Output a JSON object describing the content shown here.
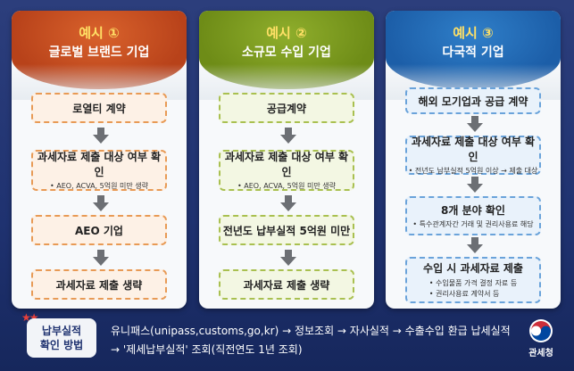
{
  "panels": [
    {
      "label": "예시 ①",
      "title": "글로벌 브랜드 기업",
      "steps": [
        {
          "title": "로열티 계약"
        },
        {
          "title": "과세자료 제출 대상 여부 확인",
          "sub": "• AEO, ACVA, 5억원 미만 생략"
        },
        {
          "title": "AEO 기업"
        },
        {
          "title": "과세자료 제출 생략"
        }
      ]
    },
    {
      "label": "예시 ②",
      "title": "소규모 수입 기업",
      "steps": [
        {
          "title": "공급계약"
        },
        {
          "title": "과세자료 제출 대상 여부 확인",
          "sub": "• AEO, ACVA, 5억원 미만 생략"
        },
        {
          "title": "전년도 납부실적 5억원 미만"
        },
        {
          "title": "과세자료 제출 생략"
        }
      ]
    },
    {
      "label": "예시 ③",
      "title": "다국적 기업",
      "steps": [
        {
          "title": "해외 모기업과 공급 계약"
        },
        {
          "title": "과세자료 제출 대상 여부 확인",
          "sub": "• 전년도 납부실적 5억원 이상 → 제출 대상"
        },
        {
          "title": "8개 분야 확인",
          "sub": "• 특수관계자간 거래 및 권리사용료 해당"
        },
        {
          "title": "수입 시 과세자료 제출",
          "sub1": "• 수입물품 가격 결정 자료 등",
          "sub2": "• 권리사용료 계약서 등"
        }
      ]
    }
  ],
  "method": {
    "badge_line1": "납부실적",
    "badge_line2": "확인 방법",
    "line1": "유니패스(unipass,customs,go,kr) → 정보조회 → 자사실적 → 수출수입 환급 납세실적",
    "line2": "→ '제세납부실적' 조회(직전연도 1년 조회)"
  },
  "logo": {
    "text": "관세청"
  },
  "colors": {
    "orange": "#b8421a",
    "green": "#6e8c17",
    "blue": "#1c5ea8",
    "navy": "#1f3270"
  }
}
